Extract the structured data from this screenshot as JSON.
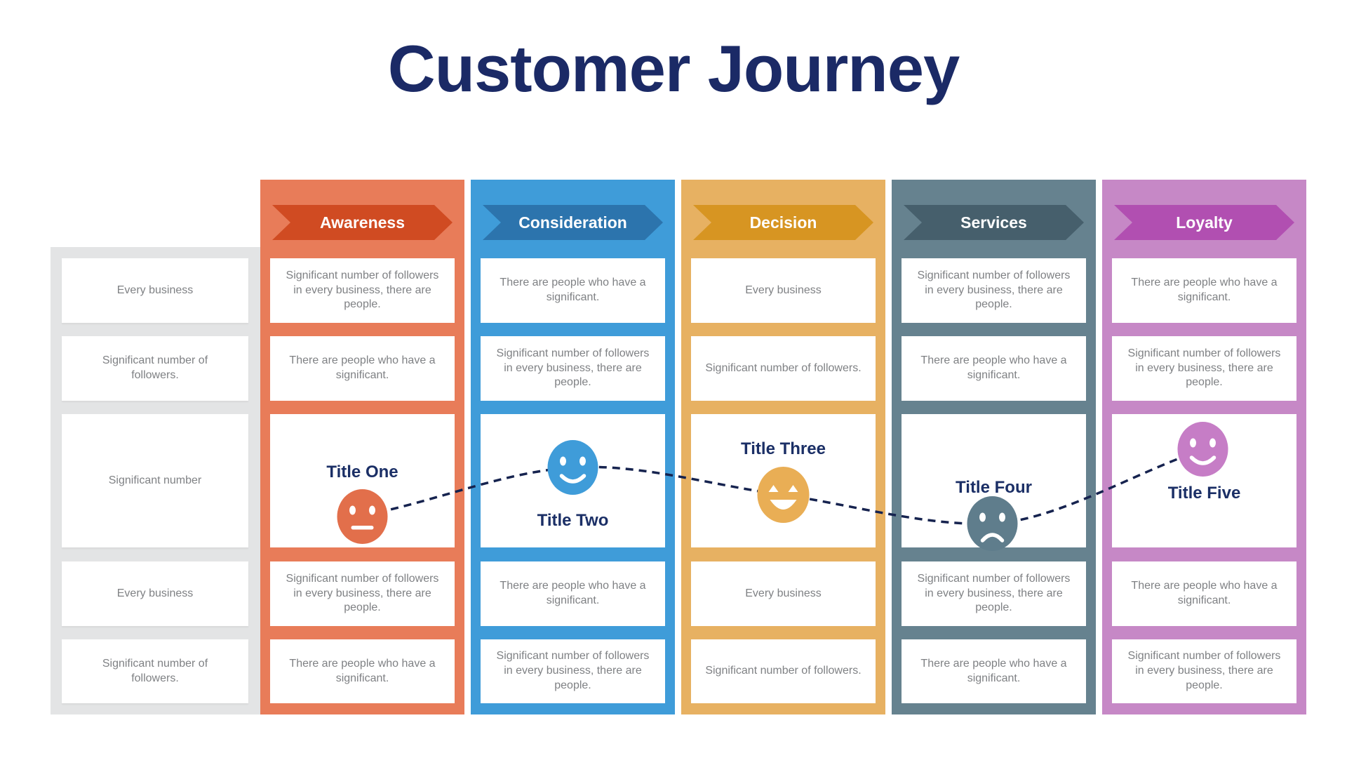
{
  "title": "Customer Journey",
  "colors": {
    "title": "#1B2A66",
    "body_text": "#7F8184",
    "sidebar_bg": "#E3E4E5",
    "box_bg": "#FFFFFF",
    "journey_line": "#16234F"
  },
  "sidebar": {
    "rows": [
      "Every business",
      "Significant number of followers.",
      "Significant number",
      "Every business",
      "Significant number of followers."
    ]
  },
  "columns": [
    {
      "label": "Awareness",
      "bg": "#E87C59",
      "banner": "#D04B22",
      "face_color": "#E26F4B",
      "face_mood": "neutral",
      "stage_title": "Title One",
      "texts": [
        "Significant number of followers in every business, there are people.",
        "There are people who have a significant.",
        "Significant number of followers in every business, there are people.",
        "There are people who have a significant."
      ]
    },
    {
      "label": "Consideration",
      "bg": "#3F9CD9",
      "banner": "#2C74AD",
      "face_color": "#3F9CD9",
      "face_mood": "happy",
      "stage_title": "Title Two",
      "texts": [
        "There are people who have a significant.",
        "Significant number of followers in every business, there are people.",
        "There are people who have a significant.",
        "Significant number of followers in every business, there are people."
      ]
    },
    {
      "label": "Decision",
      "bg": "#E7B162",
      "banner": "#D79522",
      "face_color": "#E9AE55",
      "face_mood": "laughing",
      "stage_title": "Title Three",
      "texts": [
        "Every business",
        "Significant number of followers.",
        "Every business",
        "Significant number of followers."
      ]
    },
    {
      "label": "Services",
      "bg": "#66828F",
      "banner": "#465F6C",
      "face_color": "#5F7D8C",
      "face_mood": "sad",
      "stage_title": "Title Four",
      "texts": [
        "Significant number of followers in every business, there are people.",
        "There are people who have a significant.",
        "Significant number of followers in every business, there are people.",
        "There are people who have a significant."
      ]
    },
    {
      "label": "Loyalty",
      "bg": "#C688C6",
      "banner": "#B14FB1",
      "face_color": "#C67DC6",
      "face_mood": "happy",
      "stage_title": "Title Five",
      "texts": [
        "There are people who have a significant.",
        "Significant number of followers in every business, there are people.",
        "There are people who have a significant.",
        "Significant number of followers in every business, there are people."
      ]
    }
  ]
}
